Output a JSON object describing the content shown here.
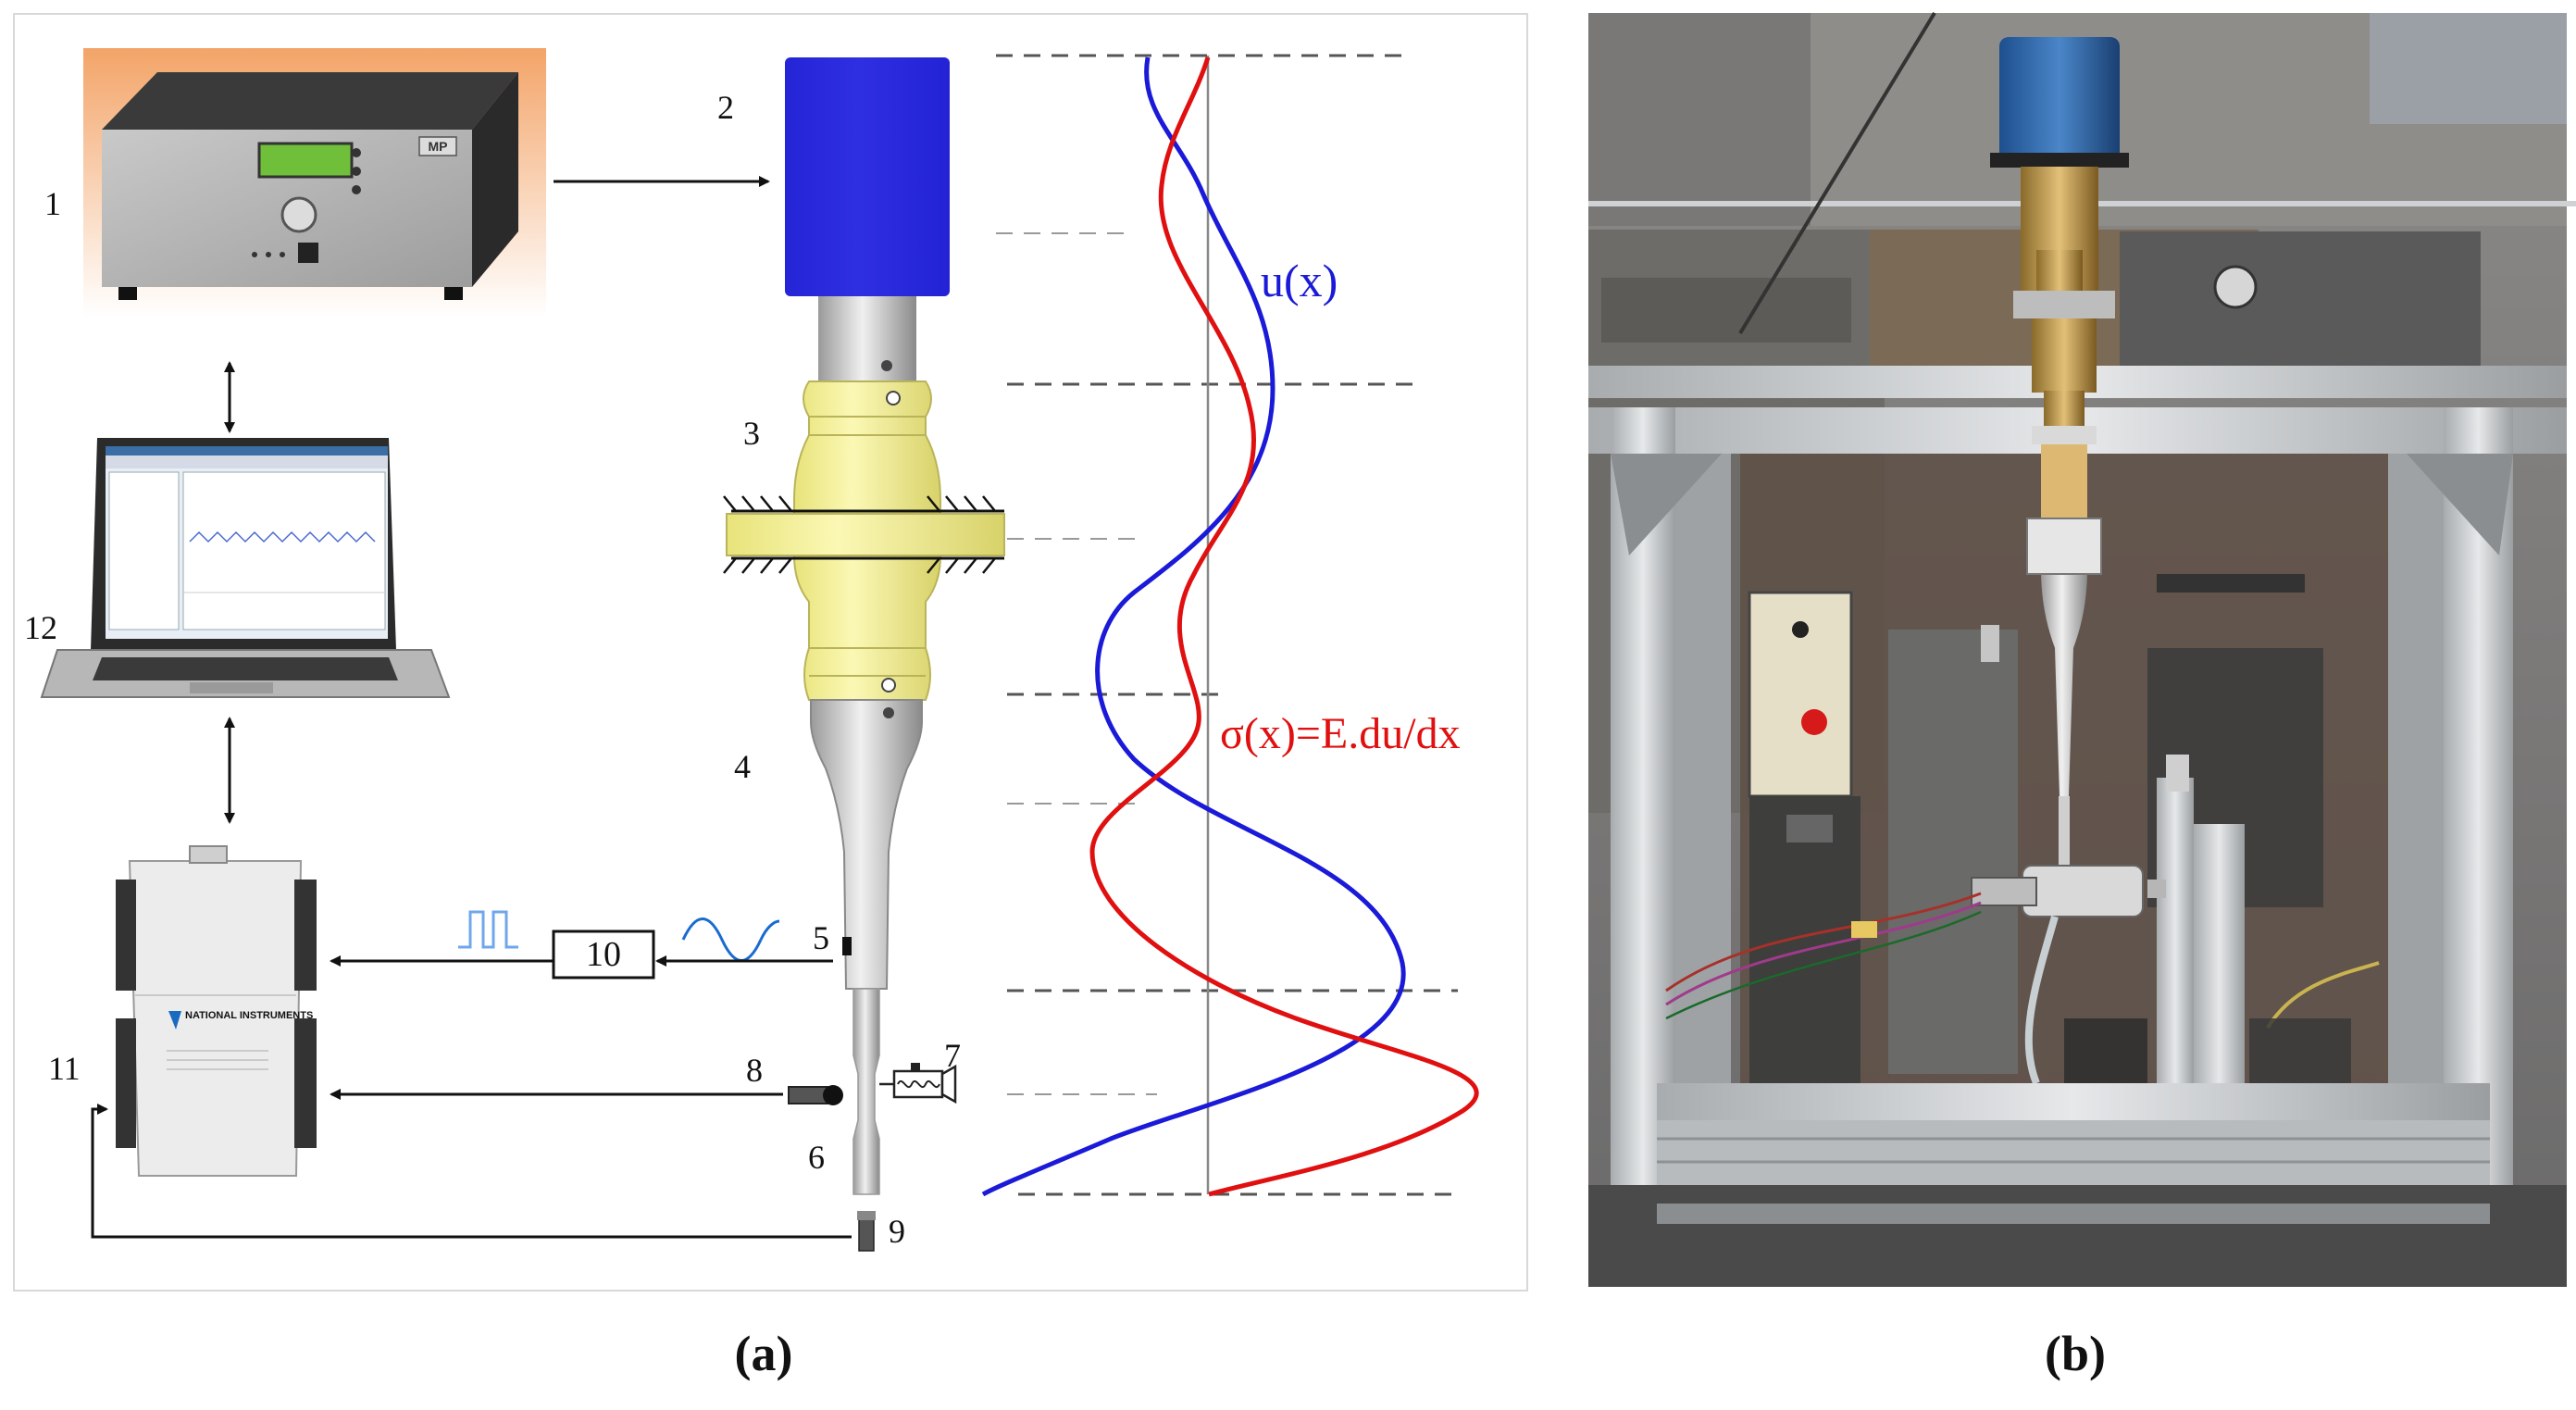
{
  "labels": {
    "n1": "1",
    "n2": "2",
    "n3": "3",
    "n4": "4",
    "n5": "5",
    "n6": "6",
    "n7": "7",
    "n8": "8",
    "n9": "9",
    "n10": "10",
    "n11": "11",
    "n12": "12"
  },
  "curves": {
    "displacement": "u(x)",
    "stress": "σ(x)=E.du/dx"
  },
  "instrument_text": {
    "daq_brand": "NATIONAL INSTRUMENTS",
    "generator_logo": "MP"
  },
  "captions": {
    "a": "(a)",
    "b": "(b)"
  },
  "colors": {
    "displacement_curve": "#1a1ad8",
    "stress_curve": "#e01010",
    "transducer_blue": "#1515e0",
    "booster_yellow": "#f3f08a"
  }
}
